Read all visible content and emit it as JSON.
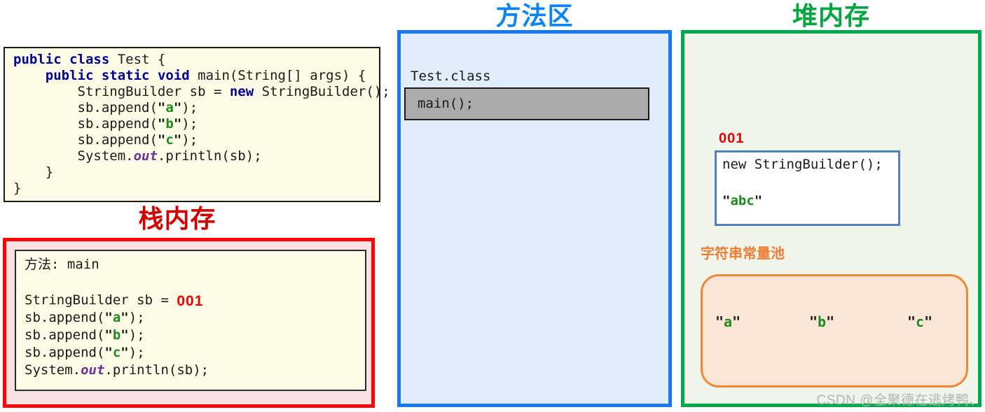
{
  "diagram": {
    "watermark": "CSDN @全聚德在逃烤鸭、"
  },
  "colors": {
    "method_area_accent": "#1778F2",
    "method_area_title": "#0C84F6",
    "method_area_fill": "#E1EDFB",
    "heap_accent": "#00A84C",
    "heap_title": "#00A63E",
    "heap_fill": "#F0F4EA",
    "stack_accent": "#FE0505",
    "stack_title": "#D40000",
    "stack_fill": "#F8E1E2",
    "code_fill": "#FCFCE6",
    "pool_accent": "#ED7D31",
    "pool_fill": "#FBE5D6",
    "object_box_border": "#4F81BD",
    "main_slot_fill": "#ABABAB",
    "address_red": "#E60000",
    "keyword_blue": "#000096",
    "string_green": "#1E8B1E",
    "out_purple": "#7030A0"
  },
  "code_panel": {
    "lines": [
      [
        [
          "kw",
          "public"
        ],
        [
          "pl",
          " "
        ],
        [
          "kw",
          "class"
        ],
        [
          "pl",
          " Test {"
        ]
      ],
      [
        [
          "pl",
          "    "
        ],
        [
          "kw",
          "public"
        ],
        [
          "pl",
          " "
        ],
        [
          "kw",
          "static"
        ],
        [
          "pl",
          " "
        ],
        [
          "kw",
          "void"
        ],
        [
          "pl",
          " main(String[] args) {"
        ]
      ],
      [
        [
          "pl",
          "        StringBuilder sb = "
        ],
        [
          "kw",
          "new"
        ],
        [
          "pl",
          " StringBuilder();"
        ]
      ],
      [
        [
          "pl",
          "        sb.append("
        ],
        [
          "q",
          "\""
        ],
        [
          "str",
          "a"
        ],
        [
          "q",
          "\""
        ],
        [
          "pl",
          ");"
        ]
      ],
      [
        [
          "pl",
          "        sb.append("
        ],
        [
          "q",
          "\""
        ],
        [
          "str",
          "b"
        ],
        [
          "q",
          "\""
        ],
        [
          "pl",
          ");"
        ]
      ],
      [
        [
          "pl",
          "        sb.append("
        ],
        [
          "q",
          "\""
        ],
        [
          "str",
          "c"
        ],
        [
          "q",
          "\""
        ],
        [
          "pl",
          ");"
        ]
      ],
      [
        [
          "pl",
          "        System."
        ],
        [
          "out",
          "out"
        ],
        [
          "pl",
          ".println(sb);"
        ]
      ],
      [
        [
          "pl",
          "    }"
        ]
      ],
      [
        [
          "pl",
          "}"
        ]
      ]
    ]
  },
  "stack": {
    "title": "栈内存",
    "frame_lines": [
      [
        [
          "pl",
          "方法: main"
        ]
      ],
      [],
      [
        [
          "pl",
          "StringBuilder sb = "
        ],
        [
          "ref",
          "001"
        ]
      ],
      [
        [
          "pl",
          "sb.append("
        ],
        [
          "q",
          "\""
        ],
        [
          "str",
          "a"
        ],
        [
          "q",
          "\""
        ],
        [
          "pl",
          ");"
        ]
      ],
      [
        [
          "pl",
          "sb.append("
        ],
        [
          "q",
          "\""
        ],
        [
          "str",
          "b"
        ],
        [
          "q",
          "\""
        ],
        [
          "pl",
          ");"
        ]
      ],
      [
        [
          "pl",
          "sb.append("
        ],
        [
          "q",
          "\""
        ],
        [
          "str",
          "c"
        ],
        [
          "q",
          "\""
        ],
        [
          "pl",
          ");"
        ]
      ],
      [
        [
          "pl",
          "System."
        ],
        [
          "out",
          "out"
        ],
        [
          "pl",
          ".println(sb);"
        ]
      ]
    ]
  },
  "method_area": {
    "title": "方法区",
    "class_label": "Test.class",
    "method_label": "main();"
  },
  "heap": {
    "title": "堆内存",
    "object_address": "001",
    "object_lines": [
      [
        [
          "pl",
          "new StringBuilder();"
        ]
      ],
      [],
      [
        [
          "q",
          "\""
        ],
        [
          "str",
          "abc"
        ],
        [
          "q",
          "\""
        ]
      ]
    ],
    "pool_label": "字符串常量池",
    "pool_strings": [
      [
        [
          "q",
          "\""
        ],
        [
          "str",
          "a"
        ],
        [
          "q",
          "\""
        ]
      ],
      [
        [
          "q",
          "\""
        ],
        [
          "str",
          "b"
        ],
        [
          "q",
          "\""
        ]
      ],
      [
        [
          "q",
          "\""
        ],
        [
          "str",
          "c"
        ],
        [
          "q",
          "\""
        ]
      ]
    ]
  }
}
